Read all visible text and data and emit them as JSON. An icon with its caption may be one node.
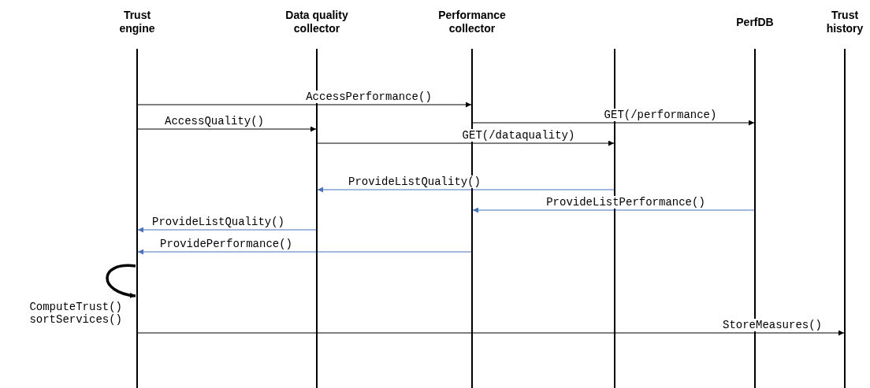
{
  "diagram": {
    "nodes": [
      {
        "text": [
          "Trust engine"
        ]
      },
      {
        "text": [
          "Data quality collector"
        ]
      },
      {
        "text": [
          "Performance collector"
        ]
      },
      {
        "text": [],
        "shape": "bar"
      },
      {
        "text": [
          "PerfDB"
        ]
      },
      {
        "text": [
          "Trust history"
        ]
      }
    ],
    "edges": [
      {
        "from": 0,
        "to": 2,
        "arrow": "to",
        "label": "AccessPerformance()"
      },
      {
        "from": 2,
        "to": 4,
        "arrow": "to",
        "label": "GET(/performance)"
      },
      {
        "from": 0,
        "to": 1,
        "arrow": "to",
        "label": "AccessQuality()"
      },
      {
        "from": 1,
        "to": 3,
        "arrow": "to",
        "label": "GET(/dataquality)"
      },
      {
        "from": 3,
        "to": 1,
        "arrow": "to",
        "label": "ProvideListQuality()",
        "color": "#4472c4"
      },
      {
        "from": 4,
        "to": 2,
        "arrow": "to",
        "label": "ProvideListPerformance()",
        "color": "#4472c4"
      },
      {
        "from": 1,
        "to": 0,
        "arrow": "to",
        "label": "ProvideListQuality()",
        "color": "#4472c4"
      },
      {
        "from": 2,
        "to": 0,
        "arrow": "to",
        "label": "ProvidePerformance()",
        "color": "#4472c4"
      },
      {
        "from": 0,
        "to": 0,
        "arrow": "to",
        "label": "ComputeTrust() sortServices()",
        "style": "thick"
      },
      {
        "from": 0,
        "to": 5,
        "arrow": "to",
        "label": "StoreMeasures()"
      }
    ]
  }
}
